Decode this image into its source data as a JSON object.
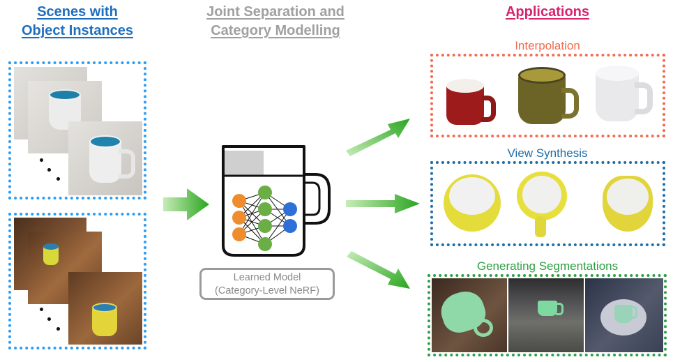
{
  "columns": {
    "left_title": "Scenes with\nObject Instances",
    "center_title": "Joint Separation and\nCategory Modelling",
    "right_title": "Applications"
  },
  "model": {
    "label_line1": "Learned Model",
    "label_line2": "(Category-Level NeRF)"
  },
  "applications": {
    "interpolation": "Interpolation",
    "view_synthesis": "View Synthesis",
    "segmentations": "Generating Segmentations"
  },
  "colors": {
    "left_title": "#1f6fbf",
    "center_title": "#9e9e9e",
    "right_title": "#d6246e",
    "scene_box": "#2a9df4",
    "interpolation": "#f26b4f",
    "view_synthesis": "#1e6ea8",
    "segmentations": "#2ea043",
    "arrow": "#33b52a",
    "nn_orange": "#ef8c2e",
    "nn_green": "#6aae45",
    "nn_blue": "#2e6fd8"
  },
  "icons": [
    "right-arrow-icon",
    "mug-icon",
    "neural-network-icon"
  ]
}
